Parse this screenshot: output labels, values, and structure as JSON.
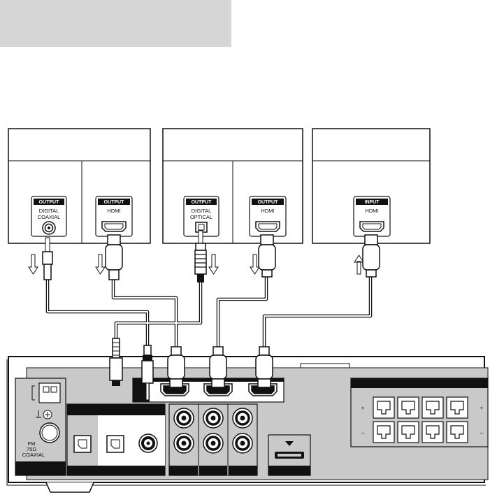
{
  "colors": {
    "header_bg": "#d6d6d6",
    "panel_gray": "#c9c9c9",
    "black": "#111111",
    "white": "#ffffff"
  },
  "devices": [
    {
      "ports": [
        {
          "tag": "OUTPUT",
          "line1": "DIGITAL",
          "line2": "COAXIAL",
          "icon": "coaxial-jack-icon",
          "direction": "down"
        },
        {
          "tag": "OUTPUT",
          "line1": "HDMI",
          "line2": "",
          "icon": "hdmi-port-icon",
          "direction": "down"
        }
      ]
    },
    {
      "ports": [
        {
          "tag": "OUTPUT",
          "line1": "DIGITAL",
          "line2": "OPTICAL",
          "icon": "optical-port-icon",
          "direction": "down"
        },
        {
          "tag": "OUTPUT",
          "line1": "HDMI",
          "line2": "",
          "icon": "hdmi-port-icon",
          "direction": "down"
        }
      ]
    },
    {
      "ports": [
        {
          "tag": "INPUT",
          "line1": "HDMI",
          "line2": "",
          "icon": "hdmi-port-icon",
          "direction": "up"
        }
      ]
    }
  ],
  "receiver": {
    "fm_label_1": "FM",
    "fm_label_2": "75Ω",
    "fm_label_3": "COAXIAL",
    "speaker_plus": "+",
    "speaker_minus": "–"
  }
}
